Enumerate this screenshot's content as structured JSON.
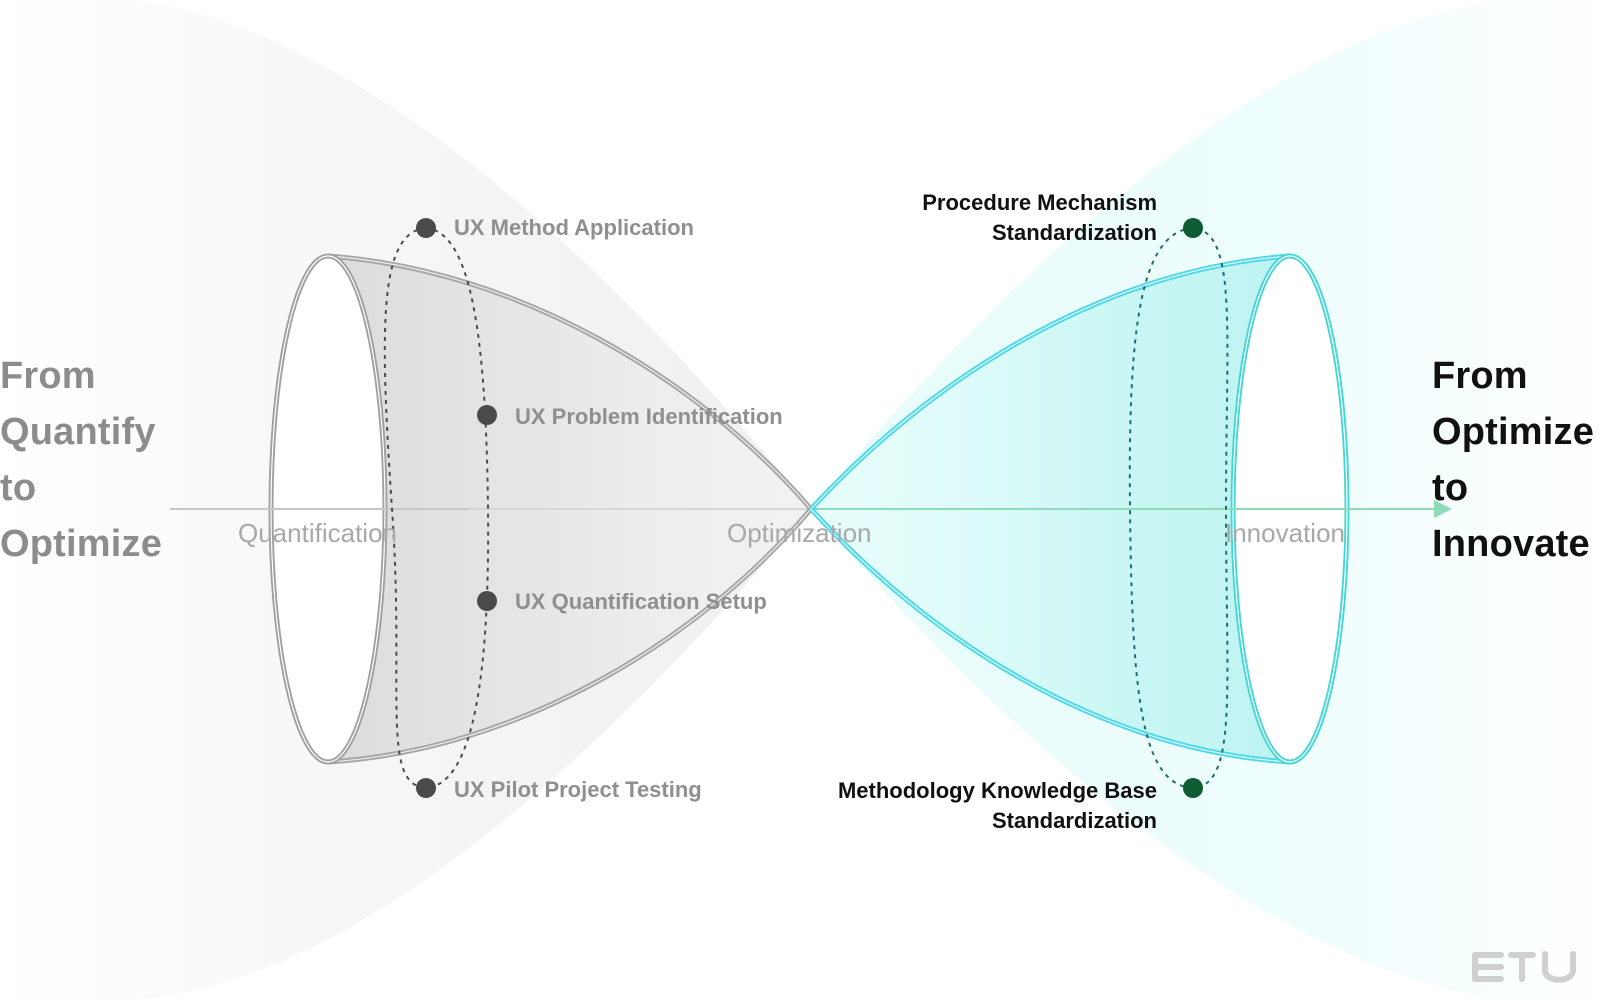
{
  "left_heading": {
    "lines": [
      "From",
      "Quantify",
      "to",
      "Optimize"
    ]
  },
  "right_heading": {
    "lines": [
      "From",
      "Optimize",
      "to",
      "Innovate"
    ]
  },
  "axis": {
    "stages": [
      "Quantification",
      "Optimization",
      "Innovation"
    ]
  },
  "left_cone": {
    "steps": [
      {
        "label": "UX Method Application"
      },
      {
        "label": "UX Problem Identification"
      },
      {
        "label": "UX Quantification Setup"
      },
      {
        "label": "UX Pilot Project Testing"
      }
    ]
  },
  "right_cone": {
    "steps": [
      {
        "lines": [
          "Procedure Mechanism",
          "Standardization"
        ]
      },
      {
        "lines": [
          "Methodology Knowledge Base",
          "Standardization"
        ]
      }
    ]
  },
  "logo": {
    "text": "ETU"
  },
  "colors": {
    "left_stroke": "#9a9a9a",
    "left_dot": "#4a4a4a",
    "right_stroke": "#3fd3d3",
    "right_dot": "#0d5c34",
    "arrow": "#8ddcb5"
  }
}
